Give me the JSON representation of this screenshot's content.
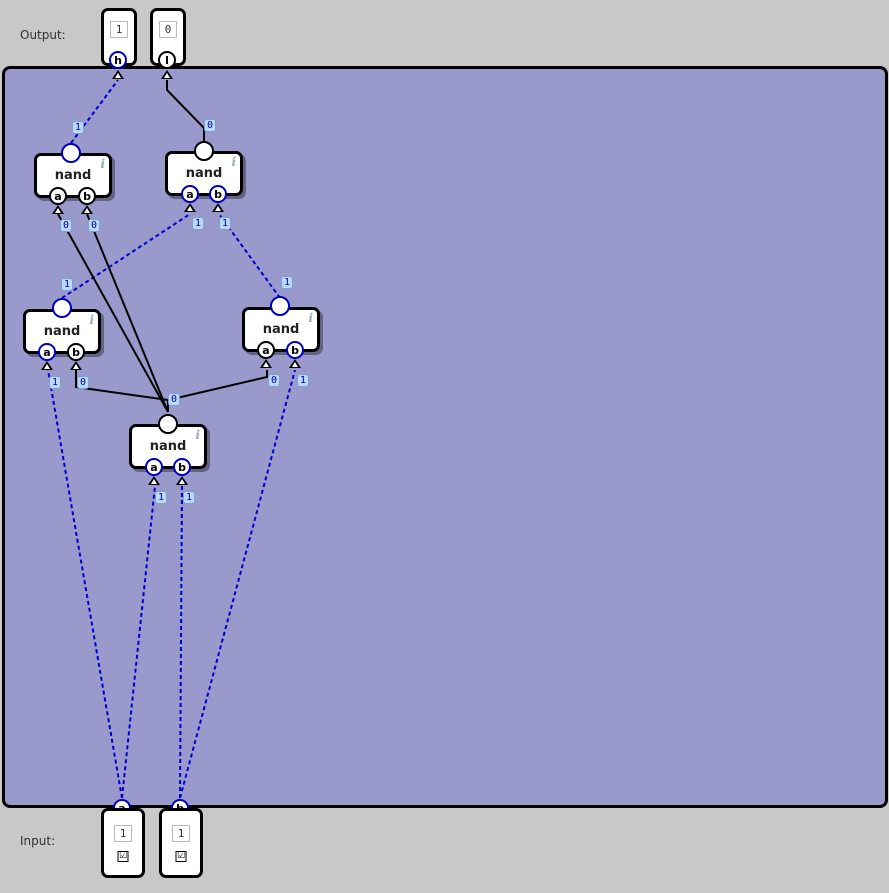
{
  "labels": {
    "output": "Output:",
    "input": "Input:"
  },
  "outputs": [
    {
      "name": "h",
      "value": "1"
    },
    {
      "name": "l",
      "value": "0"
    }
  ],
  "inputs": [
    {
      "name": "a",
      "value": "1",
      "checked": "☑"
    },
    {
      "name": "b",
      "value": "1",
      "checked": "☑"
    }
  ],
  "gates": [
    {
      "type": "nand",
      "info": "i",
      "port_a": "a",
      "port_b": "b"
    },
    {
      "type": "nand",
      "info": "i",
      "port_a": "a",
      "port_b": "b"
    },
    {
      "type": "nand",
      "info": "i",
      "port_a": "a",
      "port_b": "b"
    },
    {
      "type": "nand",
      "info": "i",
      "port_a": "a",
      "port_b": "b"
    },
    {
      "type": "nand",
      "info": "i",
      "port_a": "a",
      "port_b": "b"
    }
  ],
  "wire_values": {
    "g1_out": "1",
    "g1_a": "0",
    "g1_b": "0",
    "g2_out": "0",
    "g2_a": "1",
    "g2_b": "1",
    "g3_out": "1",
    "g3_a": "1",
    "g3_b": "0",
    "g4_out": "1",
    "g4_a": "0",
    "g4_b": "1",
    "g5_out": "0",
    "g5_a": "1",
    "g5_b": "1"
  },
  "colors": {
    "canvas": "#9999cc",
    "wire_high": "#0000cc",
    "wire_low": "#000000",
    "background": "#c8c8c8"
  }
}
